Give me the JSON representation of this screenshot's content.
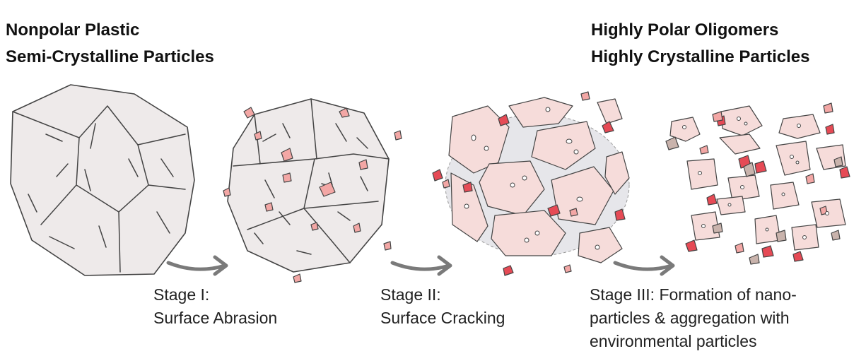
{
  "headers": {
    "left": [
      "Nonpolar Plastic",
      "Semi-Crystalline Particles"
    ],
    "right": [
      "Highly Polar Oligomers",
      "Highly Crystalline Particles"
    ]
  },
  "stages": [
    {
      "lines": [
        "Stage I:",
        "Surface Abrasion"
      ]
    },
    {
      "lines": [
        "Stage II:",
        "Surface Cracking"
      ]
    },
    {
      "lines": [
        "Stage III: Formation of nano-",
        "particles & aggregation with",
        "environmental particles"
      ]
    }
  ],
  "colors": {
    "particle_fill": "#eeeaea",
    "cracked_fill": "#f6dcda",
    "gap_fill": "#e6e6ea",
    "fragment_pink": "#f3a7a5",
    "fragment_red": "#e64a55",
    "fragment_brown": "#c9b3ac",
    "arrow": "#7a7a7a"
  },
  "icons": [
    "whole-particle-icon",
    "abraded-particle-icon",
    "cracked-particle-icon",
    "fragmented-particles-icon",
    "stage-arrow-icon"
  ]
}
